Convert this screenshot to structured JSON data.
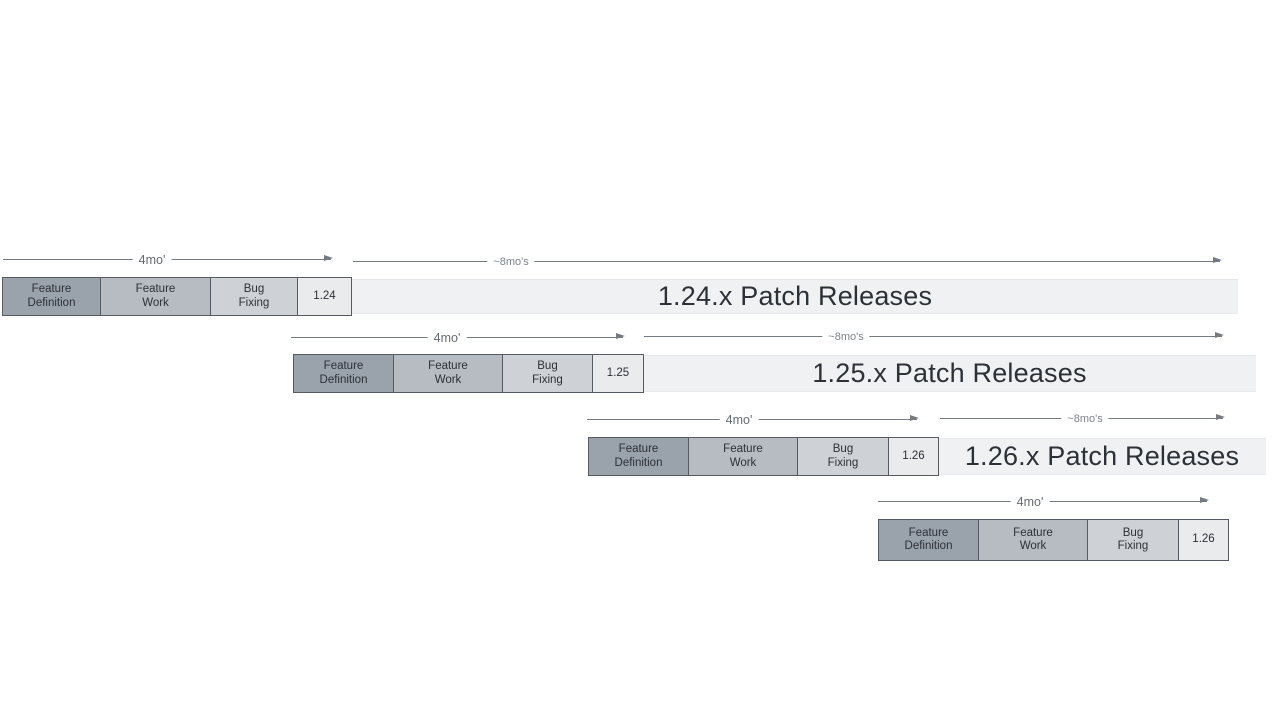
{
  "durations": {
    "cycle": "4mo'",
    "patch": "~8mo's"
  },
  "phases": [
    {
      "line1": "Feature",
      "line2": "Definition"
    },
    {
      "line1": "Feature",
      "line2": "Work"
    },
    {
      "line1": "Bug",
      "line2": "Fixing"
    }
  ],
  "rows": [
    {
      "version": "1.24",
      "patch_releases": "1.24.x Patch Releases"
    },
    {
      "version": "1.25",
      "patch_releases": "1.25.x Patch Releases"
    },
    {
      "version": "1.26",
      "patch_releases": "1.26.x Patch Releases"
    },
    {
      "version": "1.26",
      "patch_releases": ""
    }
  ],
  "colors": {
    "background": "#ffffff",
    "feature_definition_fill": "#9aa2ab",
    "feature_work_fill": "#b6bcc2",
    "bug_fixing_fill": "#ced2d7",
    "version_box_fill": "#e9ebed",
    "patch_bar_fill": "#f0f1f3",
    "box_border": "#565b62",
    "arrow": "#747a81",
    "duration_text": "#666c73",
    "text_dark": "#2c3137"
  }
}
